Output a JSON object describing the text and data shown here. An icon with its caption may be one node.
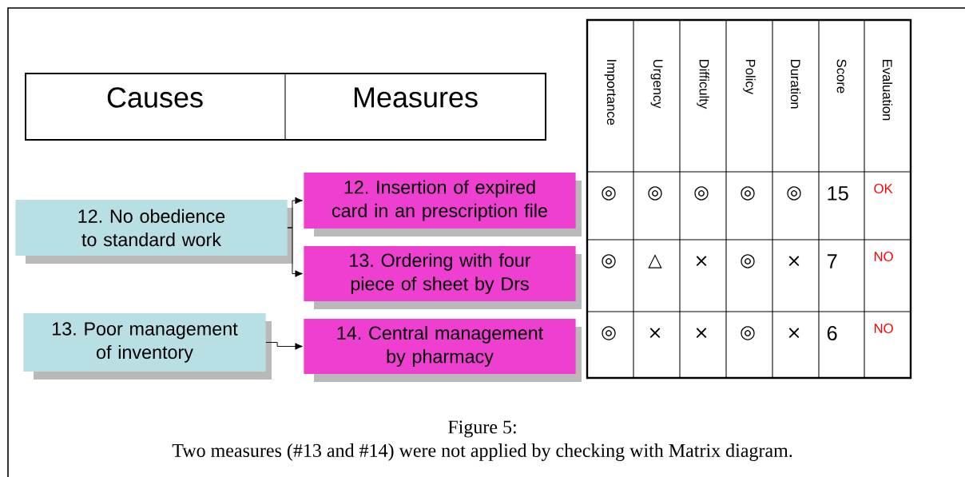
{
  "diagram": {
    "title": "Figure 5:",
    "caption": "Two measures (#13 and #14) were not applied by checking with Matrix diagram.",
    "nodes": [
      {
        "text": [
          "12. No obedience to standard work"
        ]
      },
      {
        "text": [
          "13. Poor management of  inventory"
        ]
      },
      {
        "text": [
          "12. Insertion of expired card in an prescription file"
        ]
      },
      {
        "text": [
          "13. Ordering with four piece of sheet by Drs"
        ]
      },
      {
        "text": [
          "14. Central management by pharmacy"
        ]
      }
    ],
    "edges": [
      {
        "from": 0,
        "to": 2,
        "arrow": "to"
      },
      {
        "from": 0,
        "to": 3,
        "arrow": "to"
      },
      {
        "from": 1,
        "to": 4,
        "arrow": "to"
      }
    ],
    "labels": [
      "Causes",
      "Measures",
      "Importance",
      "Urgency",
      "Difficulty",
      "Policy",
      "Duration",
      "Score",
      "Evaluation",
      "◎",
      "◎",
      "◎",
      "◎",
      "◎",
      "15",
      "OK",
      "◎",
      "△",
      "×",
      "◎",
      "×",
      "7",
      "NO",
      "◎",
      "×",
      "×",
      "◎",
      "×",
      "6",
      "NO"
    ]
  }
}
